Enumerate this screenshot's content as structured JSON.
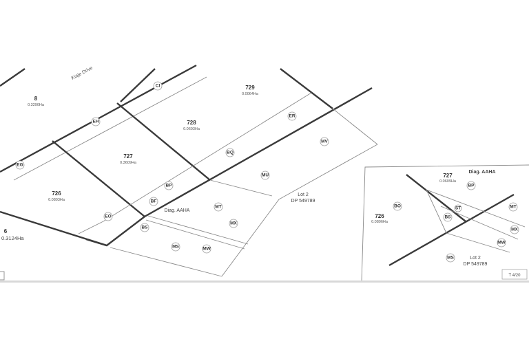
{
  "road_name": "Kiaje Drive",
  "lots": [
    {
      "number": "8",
      "area": "0.3290Ha"
    },
    {
      "number": "729",
      "area": "0.0064Ha"
    },
    {
      "number": "728",
      "area": "0.0603Ha"
    },
    {
      "number": "727",
      "area": "0.3609Ha"
    },
    {
      "number": "726",
      "area": "0.0803Ha"
    },
    {
      "number": "6",
      "area": "0.3124Ha"
    }
  ],
  "main_diagram": {
    "diag_label": "Diag. AAHA",
    "lot2_label": "Lot 2",
    "lot2_dp": "DP 549789",
    "marks": [
      "CI",
      "EH",
      "EG",
      "ER",
      "BQ",
      "MU",
      "MV",
      "BP",
      "BF",
      "EO",
      "BS",
      "MT",
      "MX",
      "MS",
      "MW"
    ]
  },
  "inset": {
    "title": "Diag. AAHA",
    "lot727": "727",
    "lot727_area": "0.0609Ha",
    "lot726": "726",
    "lot726_area": "0.0806Ha",
    "lot2_label": "Lot 2",
    "lot2_dp": "DP 549789",
    "marks": [
      "BP",
      "BO",
      "ST",
      "BS",
      "MT",
      "MX",
      "MW",
      "MS"
    ],
    "scale_box": "T 4/20"
  }
}
